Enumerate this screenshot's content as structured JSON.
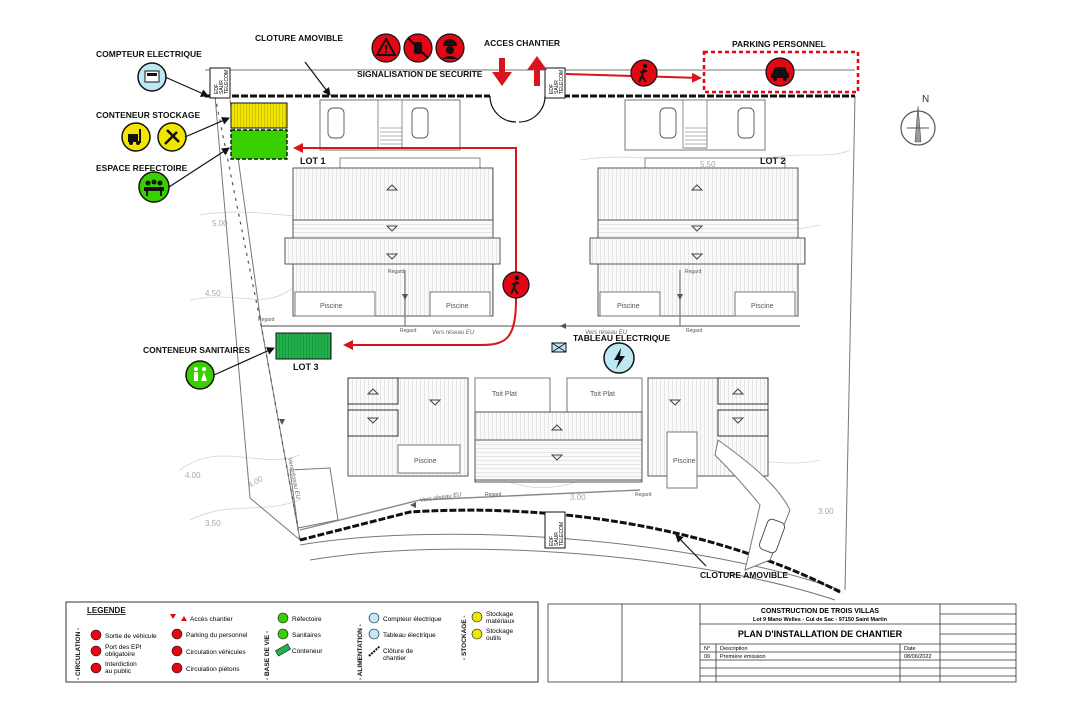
{
  "labels": {
    "compteur": "COMPTEUR ELECTRIQUE",
    "cloture_top": "CLOTURE AMOVIBLE",
    "cloture_bottom": "CLOTURE AMOVIBLE",
    "signalisation": "SIGNALISATION DE SECURITE",
    "acces": "ACCES CHANTIER",
    "parking": "PARKING PERSONNEL",
    "conteneur_stockage": "CONTENEUR STOCKAGE",
    "espace_refectoire": "ESPACE REFECTOIRE",
    "conteneur_sanitaires": "CONTENEUR SANITAIRES",
    "tableau": "TABLEAU ELECTRIQUE",
    "lot1": "LOT 1",
    "lot2": "LOT 2",
    "lot3": "LOT 3",
    "north": "N"
  },
  "plan_text": {
    "piscine": "Piscine",
    "toit_plat": "Toit Plat",
    "regard": "Regard",
    "vers_reseau": "Vers réseau EU",
    "edf": "EDF",
    "saur": "SAUR",
    "telecom": "TELECOM",
    "contour_5_50": "5.50",
    "contour_5_00": "5.00",
    "contour_4_50": "4.50",
    "contour_4_00": "4.00",
    "contour_4_00b": "4.00",
    "contour_3_50": "3.50",
    "contour_3_00": "3.00",
    "contour_3_00b": "3.00"
  },
  "legend": {
    "title": "LEGENDE",
    "sections": {
      "circulation": "- CIRCULATION -",
      "base_vie": "- BASE DE VIE -",
      "alimentation": "- ALIMENTATION -",
      "stockage": "- STOCKAGE -"
    },
    "items": {
      "sortie_vehicule": "Sortie de véhicule",
      "port_epi_1": "Port des EPI",
      "port_epi_2": "obligatoire",
      "interdiction_1": "Interdiction",
      "interdiction_2": "au public",
      "acces_chantier": "Accès chantier",
      "parking_personnel": "Parking du personnel",
      "circulation_vehicules": "Circulation véhicules",
      "circulation_pietons": "Circulation piétons",
      "refectoire": "Réfectoire",
      "sanitaires": "Sanitaires",
      "conteneur": "Conteneur",
      "compteur_electrique": "Compteur électrique",
      "tableau_electrique": "Tableau électrique",
      "cloture_1": "Clôture de",
      "cloture_2": "chantier",
      "stockage_materiaux_1": "Stockage",
      "stockage_materiaux_2": "matériaux",
      "stockage_outils_1": "Stockage",
      "stockage_outils_2": "outils"
    }
  },
  "cartouche": {
    "project": "CONSTRUCTION DE TROIS VILLAS",
    "address": "Lot 9 Mano Welles - Cul de Sac - 97150 Saint Martin",
    "title": "PLAN D'INSTALLATION DE CHANTIER",
    "col_no": "N°",
    "col_desc": "Description",
    "col_date": "Date",
    "row_no": "00",
    "row_desc": "Première émission",
    "row_date": "08/06/2022"
  },
  "colors": {
    "danger_red": "#e30613",
    "route_red": "#d9141c",
    "container_green": "#22b14c",
    "refectoire_green": "#39d000",
    "storage_yellow": "#f2e500",
    "info_blue": "#bfe8f5"
  }
}
